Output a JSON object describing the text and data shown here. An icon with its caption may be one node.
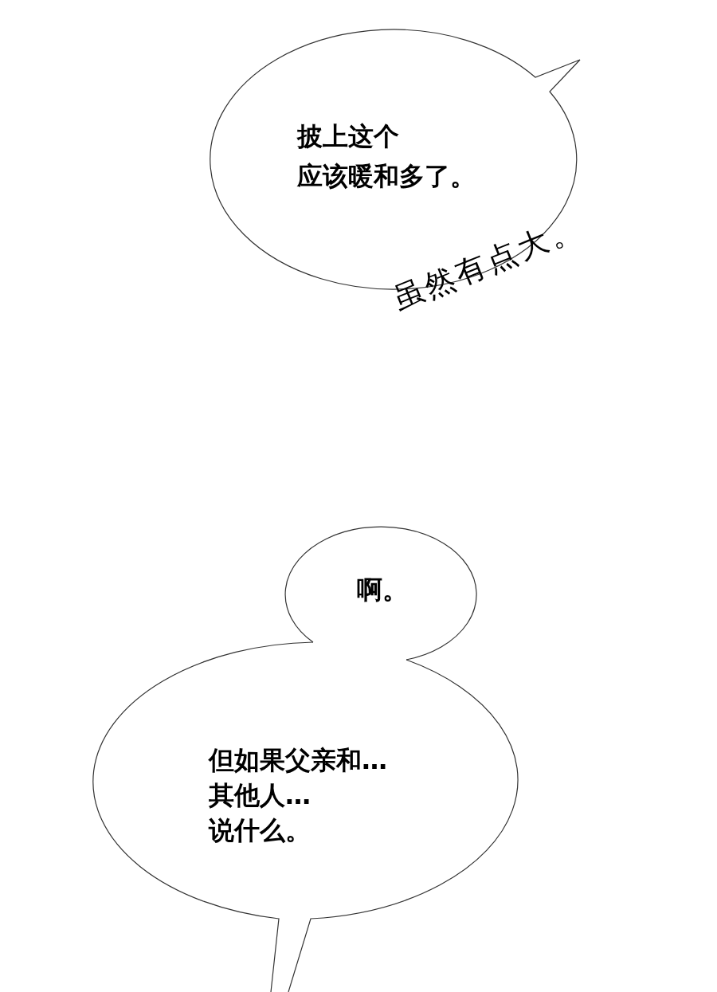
{
  "diagram": {
    "nodes": [
      {
        "text": [
          "披上这个应该暖和多了。"
        ]
      },
      {
        "text": [
          "啊。"
        ]
      },
      {
        "text": [
          "但如果父亲和…其他人…说什么。"
        ]
      }
    ],
    "labels": [
      "虽然有点大。"
    ]
  }
}
